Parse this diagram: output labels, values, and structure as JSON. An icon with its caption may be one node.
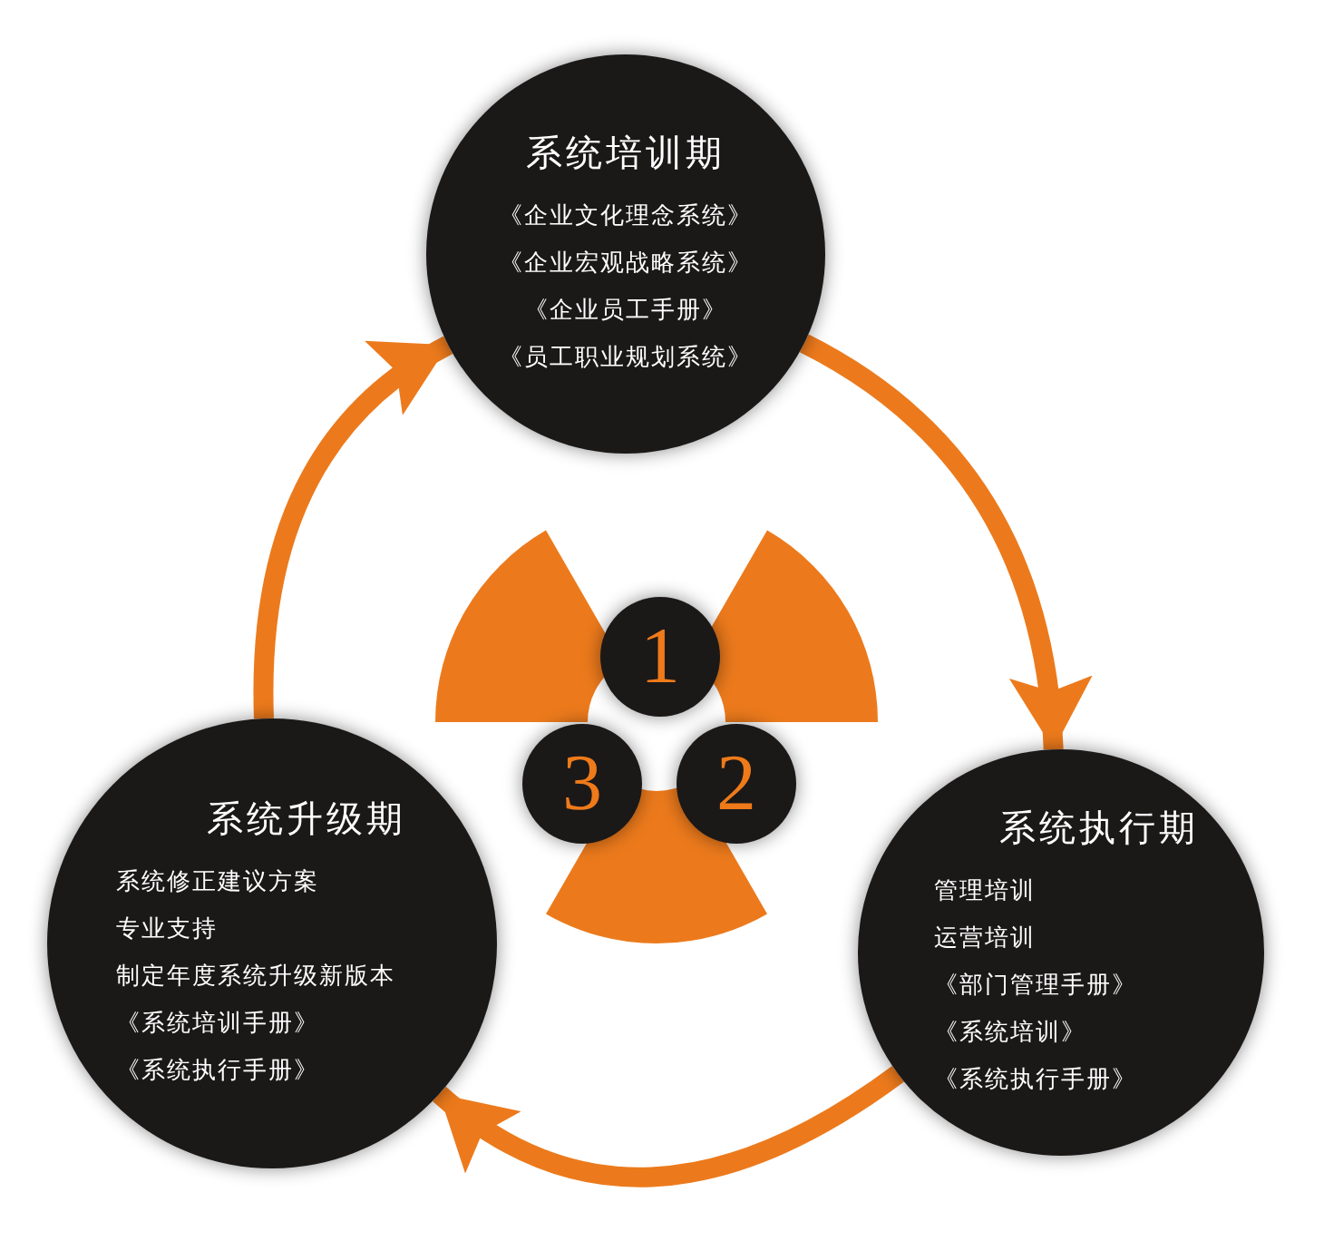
{
  "diagram": {
    "nodes": [
      {
        "text": [
          "系统培训期",
          "《企业文化理念系统》",
          "《企业宏观战略系统》",
          "《企业员工手册》",
          "《员工职业规划系统》"
        ]
      },
      {
        "text": [
          "系统执行期",
          "管理培训",
          "运营培训",
          "《部门管理手册》",
          "《系统培训》",
          "《系统执行手册》"
        ]
      },
      {
        "text": [
          "系统升级期",
          "系统修正建议方案",
          "专业支持",
          "制定年度系统升级新版本",
          "《系统培训手册》",
          "《系统执行手册》"
        ]
      },
      {
        "text": [
          "1"
        ]
      },
      {
        "text": [
          "3"
        ]
      },
      {
        "text": [
          "2"
        ]
      }
    ],
    "edges": [
      {
        "from": 0,
        "to": 1,
        "arrow": "to"
      },
      {
        "from": 1,
        "to": 2,
        "arrow": "to"
      },
      {
        "from": 2,
        "to": 0,
        "arrow": "to"
      }
    ]
  }
}
